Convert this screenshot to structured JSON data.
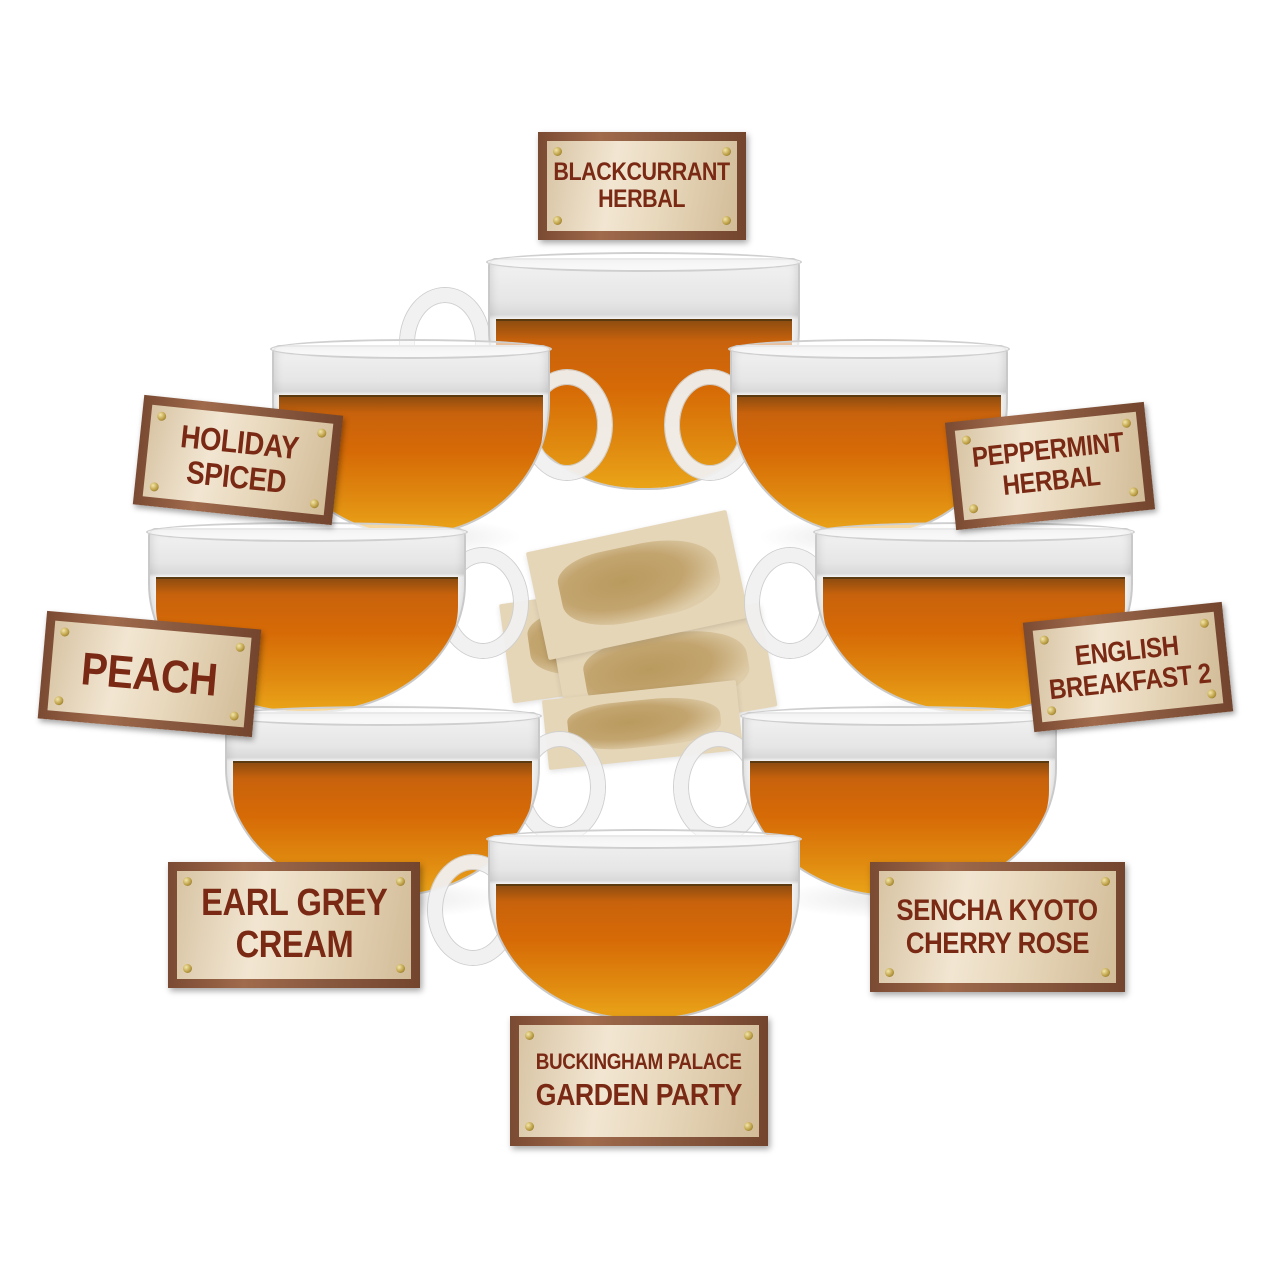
{
  "image": {
    "description": "Tea sampler product image: nine glass teacups of amber tea arranged in a diamond around tea bags, each labeled with a metal plaque",
    "colors": {
      "background": "#ffffff",
      "tea": "#d66a06",
      "plaque_text": "#7a2a14",
      "plaque_frame": "#8a5a40",
      "plaque_plate": "#ecdcc2"
    }
  },
  "plaques": [
    {
      "id": "blackcurrant",
      "lines": [
        "BLACKCURRANT",
        "HERBAL"
      ]
    },
    {
      "id": "holiday",
      "lines": [
        "HOLIDAY",
        "SPICED"
      ]
    },
    {
      "id": "peppermint",
      "lines": [
        "PEPPERMINT",
        "HERBAL"
      ]
    },
    {
      "id": "peach",
      "lines": [
        "PEACH"
      ]
    },
    {
      "id": "english",
      "lines": [
        "ENGLISH",
        "BREAKFAST 2"
      ]
    },
    {
      "id": "earlgrey",
      "lines": [
        "EARL GREY",
        "CREAM"
      ]
    },
    {
      "id": "sencha",
      "lines": [
        "SENCHA KYOTO",
        "CHERRY ROSE"
      ]
    },
    {
      "id": "buckingham",
      "lines": [
        "BUCKINGHAM PALACE",
        "GARDEN PARTY"
      ]
    }
  ]
}
